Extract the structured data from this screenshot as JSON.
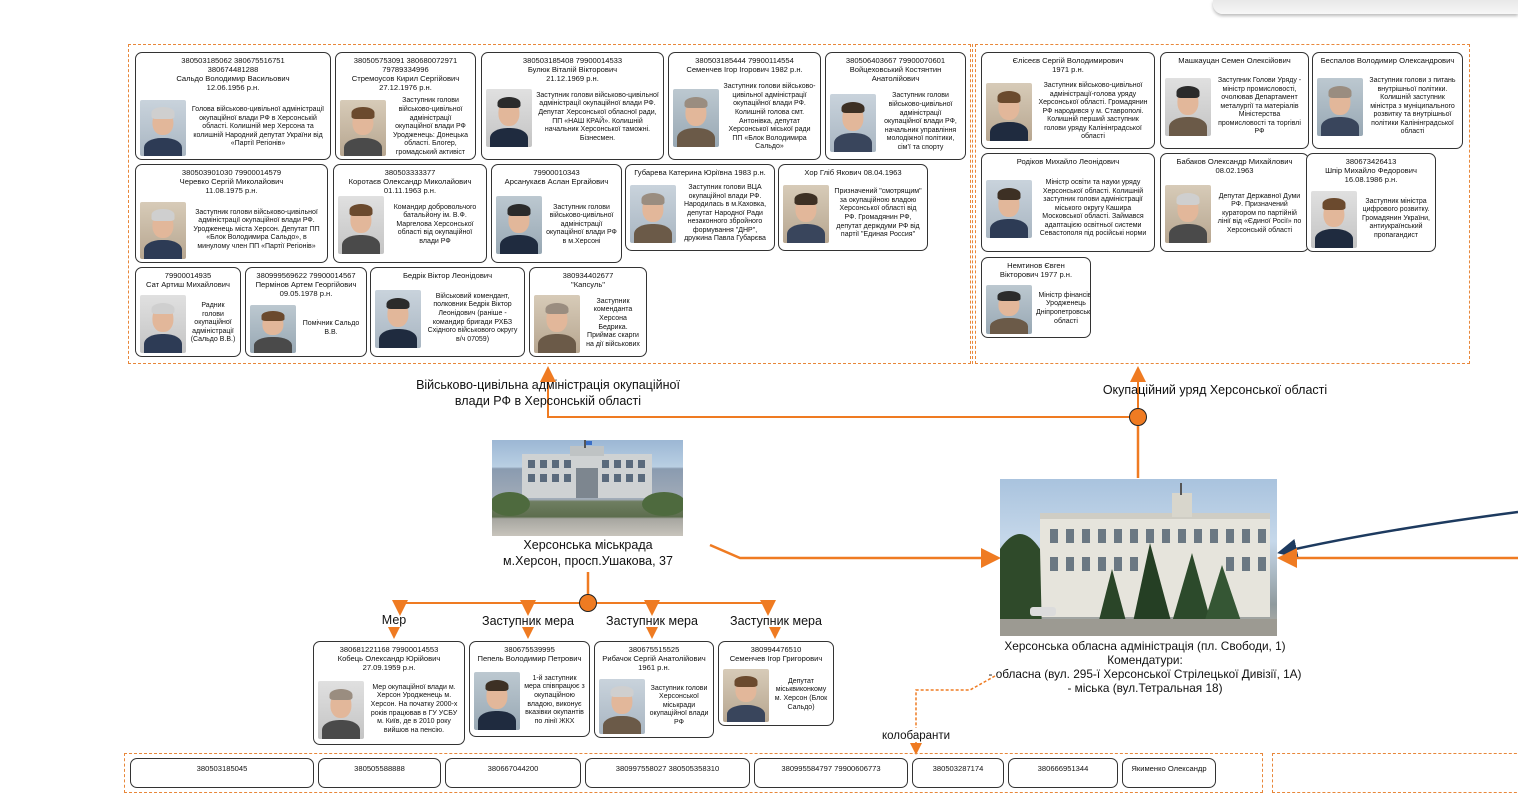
{
  "groups": {
    "vca_label": "Військово-цивільна адміністрація окупаційної\nвлади РФ в Херсонській області",
    "gov_label": "Окупаційний уряд Херсонської області"
  },
  "vca_cards": [
    {
      "header": "380503185062 380675516751\n380674481288\nСальдо Володимир Васильович\n12.06.1956 р.н.",
      "desc": "Голова військово-цивільної адміністрації окупаційної влади РФ в Херсонській області. Колишній мер Херсона та колишній Народний депутат України від «Партії Регіонів»"
    },
    {
      "header": "380505753091 380680072971\n79789334996\nСтремоусов Кирил Сергійович\n27.12.1976 р.н.",
      "desc": "Заступник голови військово-цивільної адміністрації окупаційної влади РФ Уродженець: Донецька області. Блогер, громадський активіст"
    },
    {
      "header": "380503185408 79900014533\nБулюк Віталій Вікторович\n21.12.1969 р.н.",
      "desc": "Заступник голови військово-цивільної адміністрації окупаційної влади РФ. Депутат Херсонської обласної ради, ПП «НАШ КРАЙ». Колишній начальник Херсонської таможні. Бізнесмен."
    },
    {
      "header": "380503185444 79900114554\nСеменчев Ігор Ігорович 1982 р.н.",
      "desc": "Заступник голови військово-цивільної адміністрації окупаційної влади РФ. Колишній голова смт. Антонівка, депутат Херсонської міської ради ПП «Блок Володимира Сальдо»"
    },
    {
      "header": "380506403667 79900070601\nВойцеховський Костянтин\nАнатолійович",
      "desc": "Заступник голови військово-цивільної адміністрації окупаційної влади РФ, начальник управління молодіжної політики, сім'ї та спорту"
    },
    {
      "header": "380503901030 79900014579\nЧеревко Сергій Миколайович\n11.08.1975 р.н.",
      "desc": "Заступник голови військово-цивільної адміністрації окупаційної влади РФ. Уродженець міста Херсон. Депутат ПП «Блок Володимира Сальдо», в минулому член ПП «Партії Регіонів»"
    },
    {
      "header": "380503333377\nКоротаєв Олександр Миколайович\n01.11.1963 р.н.",
      "desc": "Командир добровольчого батальйону ім. В.Ф. Маргелова Херсонської області від окупаційної влади РФ"
    },
    {
      "header": "79900010343\nАрсанукаєв Аслан Ергайович",
      "desc": "Заступник голови військово-цивільної адміністрації окупаційної влади РФ в м.Херсоні"
    },
    {
      "header": "Губарева Катерина Юріївна 1983 р.н.",
      "desc": "Заступник голови ВЦА окупаційної влади РФ. Народилась в м.Каховка, депутат Народної Ради незаконного збройного формування \"ДНР\", дружина Павла Губарєва"
    },
    {
      "header": "Хор Гліб Якович 08.04.1963",
      "desc": "Призначений \"смотрящим\" за окупаційною владою Херсонської області від РФ. Громадянин РФ, депутат держдуми РФ від партії \"Единая Россия\""
    },
    {
      "header": "79900014935\nСат Артиш Михайлович",
      "desc": "Радник голови окупаційної адміністрації (Сальдо В.В.)"
    },
    {
      "header": "380999569622 79900014567\nПермінов Артем Георгійович\n09.05.1978 р.н.",
      "desc": "Помічник Сальдо В.В."
    },
    {
      "header": "Бедрік Віктор Леонідович",
      "desc": "Військовий комендант, полковник Бедрік Віктор Леонідович (раніше - командир бригади РХБЗ Східного військового округу в/ч 07059)"
    },
    {
      "header": "380934402677\n\"Капсуль\"",
      "desc": "Заступник коменданта Херсона Бедрика. Приймає скарги на дії військових"
    }
  ],
  "gov_cards": [
    {
      "header": "Єлісеєв Сергій Володимирович\n1971 р.н.",
      "desc": "Заступник військово-цивільної адміністрації-голова уряду Херсонської області. Громадянин РФ народився у м. Ставрополі. Колишній перший заступник голови уряду Калінінградської області"
    },
    {
      "header": "Машкауцан Семен Олексійович",
      "desc": "Заступник Голови Уряду - міністр промисловості, очолював Департамент металургії та матеріалів Міністерства промисловості та торгівлі РФ"
    },
    {
      "header": "Беспалов Володимир Олександрович",
      "desc": "Заступник голови з питань внутрішньої політики. Колишній заступник міністра з муніципального розвитку та внутрішньої політики Калінінградської області"
    },
    {
      "header": "Родіков Михайло Леонідович",
      "desc": "Міністр освіти та науки уряду Херсонської області. Колишній заступник голови адміністрації міського округу Кашира Московської області. Займався адаптацією освітньої системи Севастополя під російські норми"
    },
    {
      "header": "Бабаков Олександр Михайлович\n08.02.1963",
      "desc": "Депутат Державної Думи РФ. Призначений куратором по партійній лінії від «Єдиної Росії» по Херсонській області"
    },
    {
      "header": "380673426413\nШпір Михайло Федорович\n16.08.1986 р.н.",
      "desc": "Заступник міністра цифрового розвитку. Громадянин України, антиукраїнський пропагандист"
    },
    {
      "header": "Немтинов Євген\nВікторович 1977 р.н.",
      "desc": "Міністр фінансів. Уродженець Дніпропетровської області"
    }
  ],
  "city": {
    "label": "Херсонська міськрада\nм.Херсон, просп.Ушакова, 37",
    "roles": [
      "Мер",
      "Заступник мера",
      "Заступник мера",
      "Заступник мера"
    ]
  },
  "city_cards": [
    {
      "header": "380681221168 79900014553\nКобець Олександр Юрійович\n27.09.1959 р.н.",
      "desc": "Мер окупаційної влади м. Херсон Уродженець м. Херсон. На початку 2000-х років працював в ГУ УСБУ м. Київ, де в 2010 року вийшов на пенсію."
    },
    {
      "header": "380675539995\nПепель Володимир Петрович",
      "desc": "1-й заступник мера співпрацює з окупаційною владою, виконує вказівки окупантів по лінії ЖКХ"
    },
    {
      "header": "380675515525\nРибачок Сергій Анатолійович\n1961 р.н.",
      "desc": "Заступник голови Херсонської міськради окупаційної влади РФ"
    },
    {
      "header": "380994476510\nСеменчев Ігор Григорович",
      "desc": "Депутат міськвиконкому м. Херсон (Блок Сальдо)"
    }
  ],
  "oblast": {
    "label": "Херсонська обласна адміністрація (пл. Свободи, 1)\nКомендатури:\n- обласна (вул. 295-ї Херсонської Стрілецької Дивізії, 1А)\n- міська (вул.Тетральная 18)",
    "collab_label": "колобаранти"
  },
  "bottom_headers": [
    "380503185045",
    "380505588888",
    "380667044200",
    "380997558027 380505358310",
    "380995584797 79900606773",
    "380503287174",
    "380666951344",
    "Якименко Олександр"
  ],
  "colors": {
    "accent": "#ef7b22",
    "dashed": "#e8873a",
    "navy": "#1d3a5f"
  }
}
